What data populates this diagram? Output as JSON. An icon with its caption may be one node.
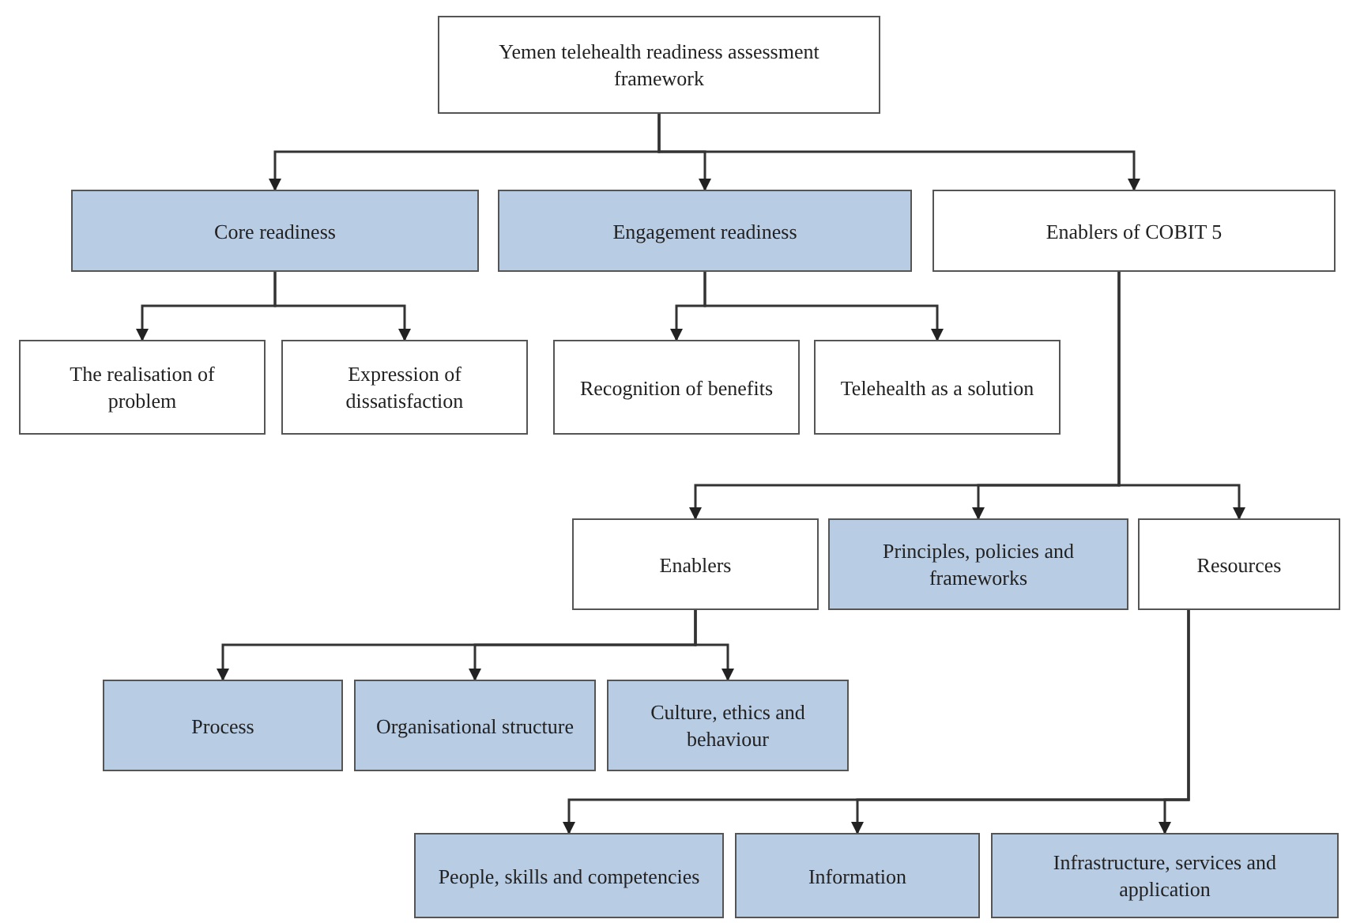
{
  "diagram": {
    "nodes": [
      {
        "text": [
          "Yemen telehealth readiness assessment framework"
        ]
      },
      {
        "text": [
          "Core readiness"
        ]
      },
      {
        "text": [
          "Engagement readiness"
        ]
      },
      {
        "text": [
          "Enablers of COBIT 5"
        ]
      },
      {
        "text": [
          "The realisation of problem"
        ]
      },
      {
        "text": [
          "Expression of dissatisfaction"
        ]
      },
      {
        "text": [
          "Recognition of benefits"
        ]
      },
      {
        "text": [
          "Telehealth as a solution"
        ]
      },
      {
        "text": [
          "Enablers"
        ]
      },
      {
        "text": [
          "Principles, policies and frameworks"
        ]
      },
      {
        "text": [
          "Resources"
        ]
      },
      {
        "text": [
          "Process"
        ]
      },
      {
        "text": [
          "Organisational structure"
        ]
      },
      {
        "text": [
          "Culture, ethics and behaviour"
        ]
      },
      {
        "text": [
          "People, skills and competencies"
        ]
      },
      {
        "text": [
          "Information"
        ]
      },
      {
        "text": [
          "Infrastructure, services and application"
        ]
      }
    ],
    "edges": [
      {
        "from": 0,
        "to": 1,
        "arrow": "to"
      },
      {
        "from": 0,
        "to": 2,
        "arrow": "to"
      },
      {
        "from": 0,
        "to": 3,
        "arrow": "to"
      },
      {
        "from": 1,
        "to": 4,
        "arrow": "to"
      },
      {
        "from": 1,
        "to": 5,
        "arrow": "to"
      },
      {
        "from": 2,
        "to": 6,
        "arrow": "to"
      },
      {
        "from": 2,
        "to": 7,
        "arrow": "to"
      },
      {
        "from": 3,
        "to": 8,
        "arrow": "to"
      },
      {
        "from": 3,
        "to": 9,
        "arrow": "to"
      },
      {
        "from": 3,
        "to": 10,
        "arrow": "to"
      },
      {
        "from": 8,
        "to": 11,
        "arrow": "to"
      },
      {
        "from": 8,
        "to": 12,
        "arrow": "to"
      },
      {
        "from": 8,
        "to": 13,
        "arrow": "to"
      },
      {
        "from": 10,
        "to": 14,
        "arrow": "to"
      },
      {
        "from": 10,
        "to": 15,
        "arrow": "to"
      },
      {
        "from": 10,
        "to": 16,
        "arrow": "to"
      }
    ]
  }
}
